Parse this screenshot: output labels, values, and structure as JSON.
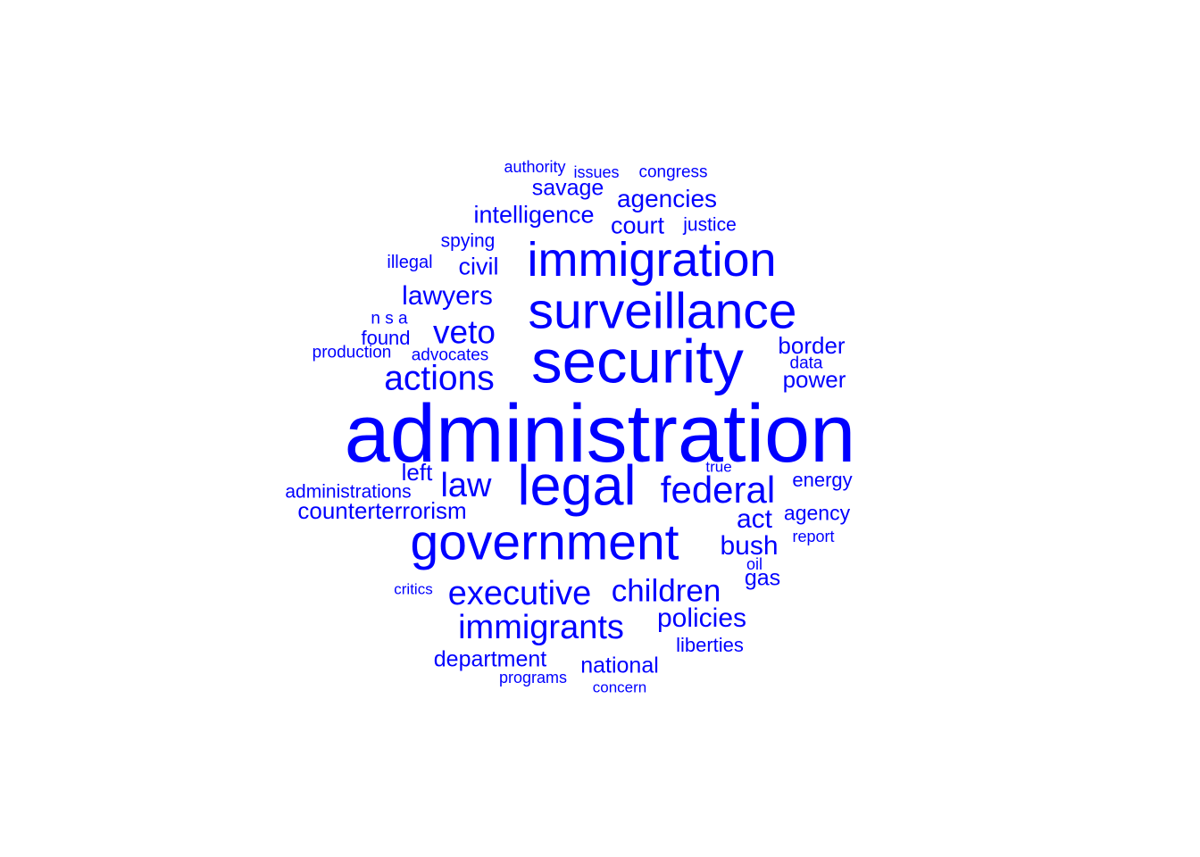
{
  "cloud": {
    "color": "#0000ff",
    "words": [
      {
        "text": "administration",
        "freq": 100
      },
      {
        "text": "security",
        "freq": 72
      },
      {
        "text": "legal",
        "freq": 66
      },
      {
        "text": "government",
        "freq": 58
      },
      {
        "text": "surveillance",
        "freq": 58
      },
      {
        "text": "immigration",
        "freq": 55
      },
      {
        "text": "federal",
        "freq": 43
      },
      {
        "text": "actions",
        "freq": 39
      },
      {
        "text": "executive",
        "freq": 39
      },
      {
        "text": "immigrants",
        "freq": 39
      },
      {
        "text": "law",
        "freq": 39
      },
      {
        "text": "veto",
        "freq": 38
      },
      {
        "text": "children",
        "freq": 35
      },
      {
        "text": "intelligence",
        "freq": 28
      },
      {
        "text": "agencies",
        "freq": 28
      },
      {
        "text": "lawyers",
        "freq": 30
      },
      {
        "text": "civil",
        "freq": 28
      },
      {
        "text": "policies",
        "freq": 30
      },
      {
        "text": "bush",
        "freq": 30
      },
      {
        "text": "act",
        "freq": 30
      },
      {
        "text": "court",
        "freq": 27
      },
      {
        "text": "savage",
        "freq": 26
      },
      {
        "text": "border",
        "freq": 26
      },
      {
        "text": "power",
        "freq": 26
      },
      {
        "text": "counterterrorism",
        "freq": 26
      },
      {
        "text": "left",
        "freq": 26
      },
      {
        "text": "department",
        "freq": 25
      },
      {
        "text": "national",
        "freq": 25
      },
      {
        "text": "gas",
        "freq": 25
      },
      {
        "text": "agency",
        "freq": 23
      },
      {
        "text": "spying",
        "freq": 22
      },
      {
        "text": "justice",
        "freq": 22
      },
      {
        "text": "liberties",
        "freq": 22
      },
      {
        "text": "found",
        "freq": 22
      },
      {
        "text": "energy",
        "freq": 22
      },
      {
        "text": "administrations",
        "freq": 21
      },
      {
        "text": "illegal",
        "freq": 20
      },
      {
        "text": "congress",
        "freq": 20
      },
      {
        "text": "data",
        "freq": 20
      },
      {
        "text": "advocates",
        "freq": 20
      },
      {
        "text": "production",
        "freq": 20
      },
      {
        "text": "n s a",
        "freq": 20
      },
      {
        "text": "oil",
        "freq": 19
      },
      {
        "text": "issues",
        "freq": 19
      },
      {
        "text": "authority",
        "freq": 18
      },
      {
        "text": "report",
        "freq": 18
      },
      {
        "text": "programs",
        "freq": 18
      },
      {
        "text": "critics",
        "freq": 17
      },
      {
        "text": "concern",
        "freq": 17
      },
      {
        "text": "true",
        "freq": 17
      }
    ]
  }
}
